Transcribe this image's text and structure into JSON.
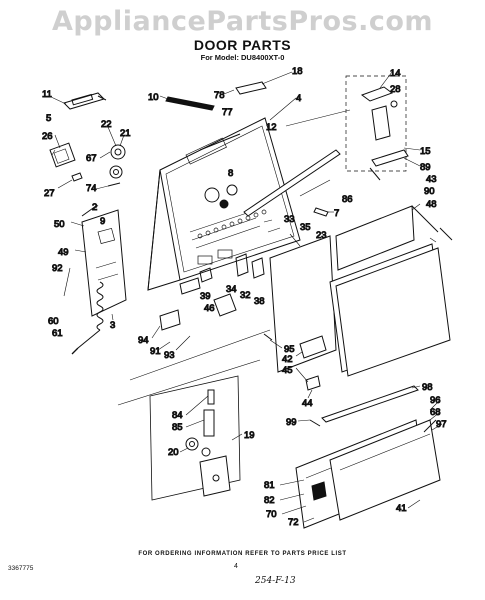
{
  "watermark": "AppliancePartsPros.com",
  "title": "DOOR PARTS",
  "subtitle": "For Model: DU8400XT-0",
  "footer_note": "FOR ORDERING INFORMATION REFER TO PARTS PRICE LIST",
  "page_number": "4",
  "document_code": "3367775",
  "handwritten_code": "254-F-13",
  "callouts": [
    "11",
    "5",
    "26",
    "22",
    "21",
    "67",
    "27",
    "74",
    "2",
    "9",
    "50",
    "49",
    "92",
    "60",
    "61",
    "3",
    "10",
    "78",
    "77",
    "18",
    "4",
    "12",
    "14",
    "28",
    "15",
    "89",
    "86",
    "7",
    "8",
    "33",
    "35",
    "23",
    "90",
    "48",
    "43",
    "34",
    "32",
    "38",
    "39",
    "46",
    "94",
    "91",
    "93",
    "95",
    "42",
    "45",
    "44",
    "98",
    "99",
    "96",
    "68",
    "97",
    "84",
    "85",
    "19",
    "20",
    "81",
    "82",
    "70",
    "72",
    "41"
  ]
}
